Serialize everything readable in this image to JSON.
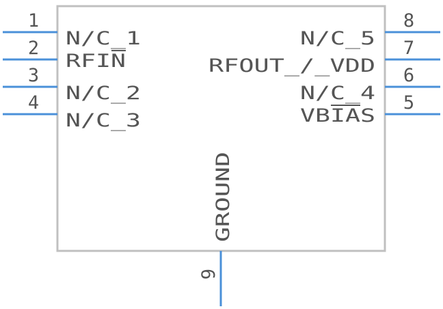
{
  "component": {
    "body_color": "#c0c0c0",
    "pin_color": "#4a90d9",
    "text_color": "#555555",
    "left_pins": [
      {
        "number": "1",
        "name": "N/C_1"
      },
      {
        "number": "2",
        "name": "RFIN"
      },
      {
        "number": "3",
        "name": "N/C_2"
      },
      {
        "number": "4",
        "name": "N/C_3"
      }
    ],
    "right_pins": [
      {
        "number": "8",
        "name": "N/C_5"
      },
      {
        "number": "7",
        "name": "RFOUT_/_VDD"
      },
      {
        "number": "6",
        "name": "N/C_4"
      },
      {
        "number": "5",
        "name": "VBIAS"
      }
    ],
    "bottom_pins": [
      {
        "number": "9",
        "name": "GROUND"
      }
    ]
  }
}
